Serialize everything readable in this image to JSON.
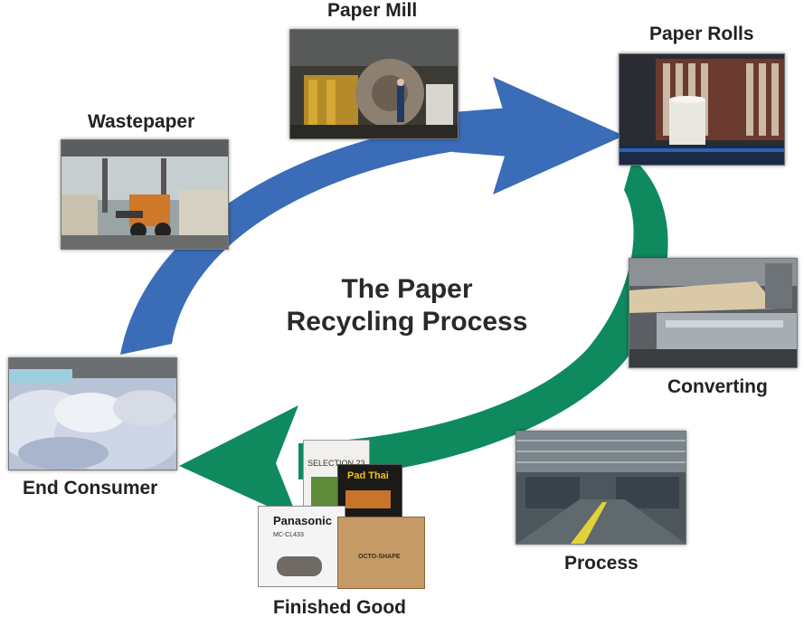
{
  "title_line1": "The Paper",
  "title_line2": "Recycling Process",
  "stages": {
    "paper_mill": "Paper Mill",
    "paper_rolls": "Paper Rolls",
    "converting": "Converting",
    "process": "Process",
    "finished_good": "Finished Good",
    "end_consumer": "End Consumer",
    "wastepaper": "Wastepaper"
  },
  "colors": {
    "blue_arrow": "#3a6cb7",
    "green_arrow": "#0e8a5e"
  },
  "product_box_text": {
    "panasonic": "Panasonic",
    "panasonic_model": "MC-CL433",
    "selection": "SELECTION 23",
    "pad_thai": "Pad Thai",
    "octo": "OCTO-SHAPE"
  }
}
